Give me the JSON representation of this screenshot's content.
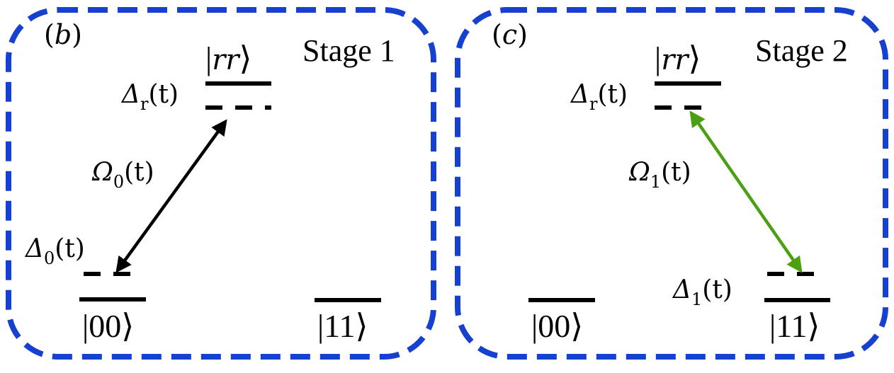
{
  "figure": {
    "colors": {
      "panel_border": "#1540d0",
      "level_line": "#000000",
      "arrow_stage1": "#000000",
      "arrow_stage2": "#4aa010"
    },
    "panels": [
      {
        "id": "b",
        "tag_open": "(",
        "tag_letter": "b",
        "tag_close": ")",
        "stage_label": "Stage 1",
        "states": {
          "rr": {
            "label_open": "|",
            "label_body": "rr",
            "label_close": "⟩"
          },
          "s00": {
            "label": "|00⟩"
          },
          "s11": {
            "label": "|11⟩"
          }
        },
        "detuning_upper": {
          "symbol": "Δ",
          "sub": "r",
          "arg": "(t)"
        },
        "detuning_lower": {
          "symbol": "Δ",
          "sub": "0",
          "arg": "(t)"
        },
        "coupling": {
          "symbol": "Ω",
          "sub": "0",
          "arg": "(t)",
          "from": "|00⟩",
          "to": "|rr⟩"
        }
      },
      {
        "id": "c",
        "tag_open": "(",
        "tag_letter": "c",
        "tag_close": ")",
        "stage_label": "Stage 2",
        "states": {
          "rr": {
            "label_open": "|",
            "label_body": "rr",
            "label_close": "⟩"
          },
          "s00": {
            "label": "|00⟩"
          },
          "s11": {
            "label": "|11⟩"
          }
        },
        "detuning_upper": {
          "symbol": "Δ",
          "sub": "r",
          "arg": "(t)"
        },
        "detuning_lower": {
          "symbol": "Δ",
          "sub": "1",
          "arg": "(t)"
        },
        "coupling": {
          "symbol": "Ω",
          "sub": "1",
          "arg": "(t)",
          "from": "|11⟩",
          "to": "|rr⟩"
        }
      }
    ]
  }
}
